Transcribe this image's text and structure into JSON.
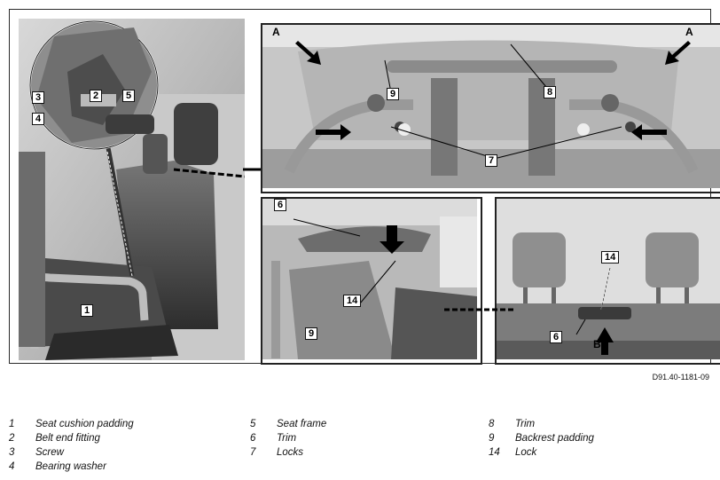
{
  "callouts": {
    "c1": "1",
    "c2": "2",
    "c3": "3",
    "c4": "4",
    "c5": "5",
    "c6a": "6",
    "c6b": "6",
    "c7": "7",
    "c8": "8",
    "c9a": "9",
    "c9b": "9",
    "c14a": "14",
    "c14b": "14",
    "ca_left": "A",
    "ca_right": "A",
    "cb": "B"
  },
  "doc_id": "D91.40-1181-09",
  "legend": [
    [
      {
        "num": "1",
        "label": "Seat cushion padding"
      },
      {
        "num": "2",
        "label": "Belt end fitting"
      },
      {
        "num": "3",
        "label": "Screw"
      },
      {
        "num": "4",
        "label": "Bearing washer"
      }
    ],
    [
      {
        "num": "5",
        "label": "Seat frame"
      },
      {
        "num": "6",
        "label": "Trim"
      },
      {
        "num": "7",
        "label": "Locks"
      }
    ],
    [
      {
        "num": "8",
        "label": "Trim"
      },
      {
        "num": "9",
        "label": "Backrest padding"
      },
      {
        "num": "14",
        "label": "Lock"
      }
    ]
  ]
}
